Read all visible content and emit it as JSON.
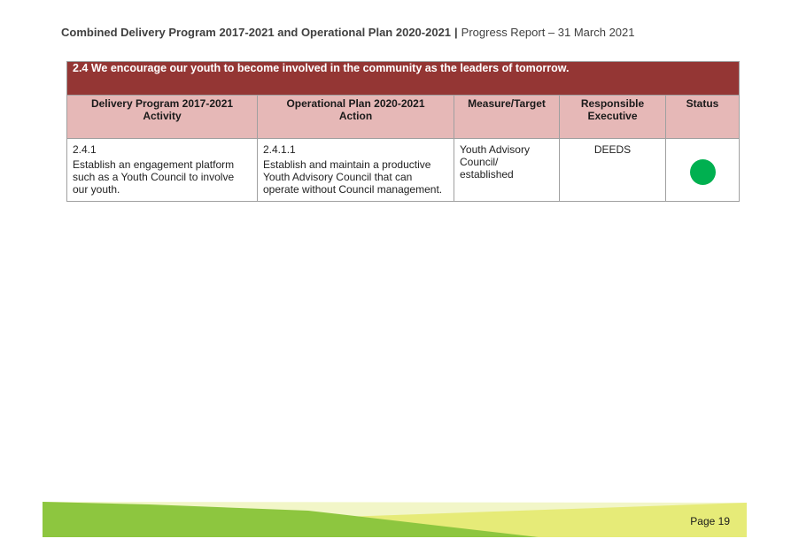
{
  "header": {
    "title_bold": "Combined Delivery Program 2017-2021 and Operational Plan 2020-2021",
    "separator": "|",
    "title_normal": "Progress Report – 31 March 2021"
  },
  "section": {
    "title": "2.4 We encourage our youth to become involved in the community as the leaders of tomorrow."
  },
  "columns": {
    "activity_line1": "Delivery Program 2017-2021",
    "activity_line2": "Activity",
    "action_line1": "Operational Plan 2020-2021",
    "action_line2": "Action",
    "measure": "Measure/Target",
    "exec_line1": "Responsible",
    "exec_line2": "Executive",
    "status": "Status"
  },
  "rows": [
    {
      "activity_code": "2.4.1",
      "activity_text": "Establish an engagement platform such as a Youth Council to involve our youth.",
      "action_code": "2.4.1.1",
      "action_text": "Establish and maintain a productive Youth Advisory Council that can operate without Council management.",
      "measure": "Youth Advisory Council/ established",
      "executive": "DEEDS",
      "status_color": "#00b050"
    }
  ],
  "footer": {
    "page_label": "Page 19",
    "colors": {
      "green": "#8dc63f",
      "yellow": "#e6eb78",
      "light": "#f2f6c8"
    }
  }
}
